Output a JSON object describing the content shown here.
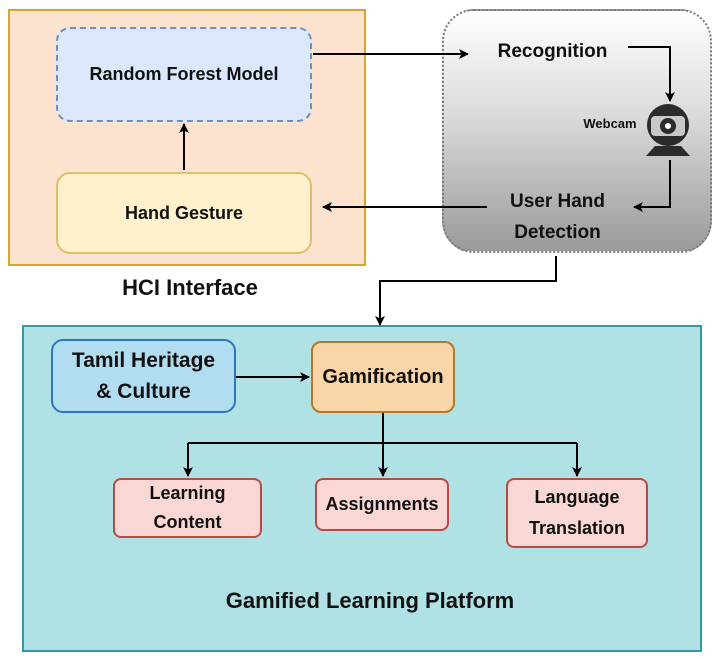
{
  "hci": {
    "random_forest": "Random Forest Model",
    "hand_gesture": "Hand Gesture",
    "label": "HCI Interface"
  },
  "webcam_panel": {
    "recognition": "Recognition",
    "webcam": "Webcam",
    "user_hand_line1": "User Hand",
    "user_hand_line2": "Detection",
    "icon": "webcam-icon"
  },
  "platform": {
    "tamil_line1": "Tamil Heritage",
    "tamil_line2": "& Culture",
    "gamification": "Gamification",
    "learning_line1": "Learning",
    "learning_line2": "Content",
    "assignments": "Assignments",
    "translation_line1": "Language",
    "translation_line2": "Translation",
    "label": "Gamified Learning Platform"
  },
  "colors": {
    "hci_fill": "#fde3cf",
    "hci_border": "#d6a530",
    "rf_fill": "#dbe8fb",
    "gesture_fill": "#fff1cc",
    "platform_fill": "#b0e1e5",
    "platform_border": "#2f9aa0",
    "tamil_fill": "#b2ddf0",
    "gamification_fill": "#fad5a8",
    "output_fill": "#f8d7d5",
    "arrow": "#000000"
  }
}
